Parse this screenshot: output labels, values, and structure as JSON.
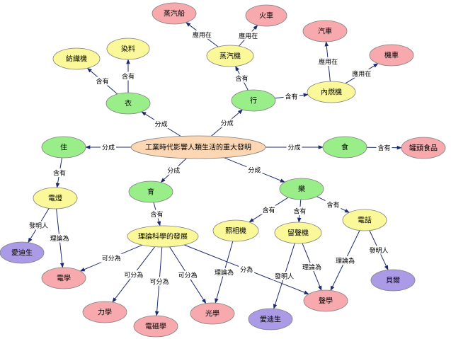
{
  "colors": {
    "central": "#fdd7b3",
    "category": "#9aee8a",
    "invention": "#fbf89a",
    "field": "#f7a9ae",
    "person": "#ab9be6",
    "outline": "#7f7f7f",
    "line": "#1e2a6e"
  },
  "nodes": [
    {
      "id": "central",
      "label": "工業時代影響人類生活的重大發明",
      "type": "central"
    },
    {
      "id": "yi",
      "label": "衣",
      "type": "category"
    },
    {
      "id": "xing",
      "label": "行",
      "type": "category"
    },
    {
      "id": "zhu",
      "label": "住",
      "type": "category"
    },
    {
      "id": "shi",
      "label": "食",
      "type": "category"
    },
    {
      "id": "yu",
      "label": "育",
      "type": "category"
    },
    {
      "id": "le",
      "label": "樂",
      "type": "category"
    },
    {
      "id": "fangzhiji",
      "label": "紡織機",
      "type": "invention"
    },
    {
      "id": "ranliao",
      "label": "染料",
      "type": "invention"
    },
    {
      "id": "zhengqiji",
      "label": "蒸汽機",
      "type": "invention"
    },
    {
      "id": "neiranji",
      "label": "內燃機",
      "type": "invention"
    },
    {
      "id": "dengpao",
      "label": "電燈",
      "type": "invention"
    },
    {
      "id": "lilun",
      "label": "理論科學的發展",
      "type": "invention"
    },
    {
      "id": "zhaoxiangji",
      "label": "照相機",
      "type": "invention"
    },
    {
      "id": "liushengji",
      "label": "留聲機",
      "type": "invention"
    },
    {
      "id": "dianhua",
      "label": "電話",
      "type": "invention"
    },
    {
      "id": "zhengqichuan",
      "label": "蒸汽船",
      "type": "field"
    },
    {
      "id": "huoche",
      "label": "火車",
      "type": "field"
    },
    {
      "id": "qiche",
      "label": "汽車",
      "type": "field"
    },
    {
      "id": "jiche",
      "label": "機車",
      "type": "field"
    },
    {
      "id": "guantou",
      "label": "罐頭食品",
      "type": "field"
    },
    {
      "id": "dianxue",
      "label": "電學",
      "type": "field"
    },
    {
      "id": "lixue",
      "label": "力學",
      "type": "field"
    },
    {
      "id": "dianciixue",
      "label": "電磁學",
      "type": "field"
    },
    {
      "id": "guangxue",
      "label": "光學",
      "type": "field"
    },
    {
      "id": "shengxue",
      "label": "聲學",
      "type": "field"
    },
    {
      "id": "aidisheng1",
      "label": "愛迪生",
      "type": "person"
    },
    {
      "id": "aidisheng2",
      "label": "愛迪生",
      "type": "person"
    },
    {
      "id": "beier",
      "label": "貝爾",
      "type": "person"
    }
  ],
  "links": [
    {
      "from": "central",
      "to": "yi",
      "label": "分成"
    },
    {
      "from": "central",
      "to": "xing",
      "label": "分成"
    },
    {
      "from": "central",
      "to": "zhu",
      "label": "分成"
    },
    {
      "from": "central",
      "to": "shi",
      "label": "分成"
    },
    {
      "from": "central",
      "to": "yu",
      "label": "分成"
    },
    {
      "from": "central",
      "to": "le",
      "label": "分成"
    },
    {
      "from": "yi",
      "to": "fangzhiji",
      "label": "含有"
    },
    {
      "from": "yi",
      "to": "ranliao",
      "label": "含有"
    },
    {
      "from": "xing",
      "to": "zhengqiji",
      "label": "含有"
    },
    {
      "from": "xing",
      "to": "neiranji",
      "label": "含有"
    },
    {
      "from": "zhengqiji",
      "to": "zhengqichuan",
      "label": "應用在"
    },
    {
      "from": "zhengqiji",
      "to": "huoche",
      "label": "應用在"
    },
    {
      "from": "neiranji",
      "to": "qiche",
      "label": "應用在"
    },
    {
      "from": "neiranji",
      "to": "jiche",
      "label": "應用在"
    },
    {
      "from": "zhu",
      "to": "dengpao",
      "label": "含有"
    },
    {
      "from": "dengpao",
      "to": "aidisheng1",
      "label": "發明人"
    },
    {
      "from": "dengpao",
      "to": "dianxue",
      "label": "理論為"
    },
    {
      "from": "shi",
      "to": "guantou",
      "label": "含有"
    },
    {
      "from": "yu",
      "to": "lilun",
      "label": "含有"
    },
    {
      "from": "lilun",
      "to": "dianxue",
      "label": "可分為"
    },
    {
      "from": "lilun",
      "to": "lixue",
      "label": "可分為"
    },
    {
      "from": "lilun",
      "to": "dianciixue",
      "label": "可分為"
    },
    {
      "from": "lilun",
      "to": "guangxue",
      "label": "可分為"
    },
    {
      "from": "lilun",
      "to": "shengxue",
      "label": "分為"
    },
    {
      "from": "le",
      "to": "zhaoxiangji",
      "label": "含有"
    },
    {
      "from": "le",
      "to": "liushengji",
      "label": "含有"
    },
    {
      "from": "le",
      "to": "dianhua",
      "label": "含有"
    },
    {
      "from": "zhaoxiangji",
      "to": "guangxue",
      "label": "理論為"
    },
    {
      "from": "liushengji",
      "to": "aidisheng2",
      "label": "發明人"
    },
    {
      "from": "liushengji",
      "to": "shengxue",
      "label": "理論為"
    },
    {
      "from": "dianhua",
      "to": "shengxue",
      "label": "理論為"
    },
    {
      "from": "dianhua",
      "to": "beier",
      "label": "發明人"
    }
  ]
}
